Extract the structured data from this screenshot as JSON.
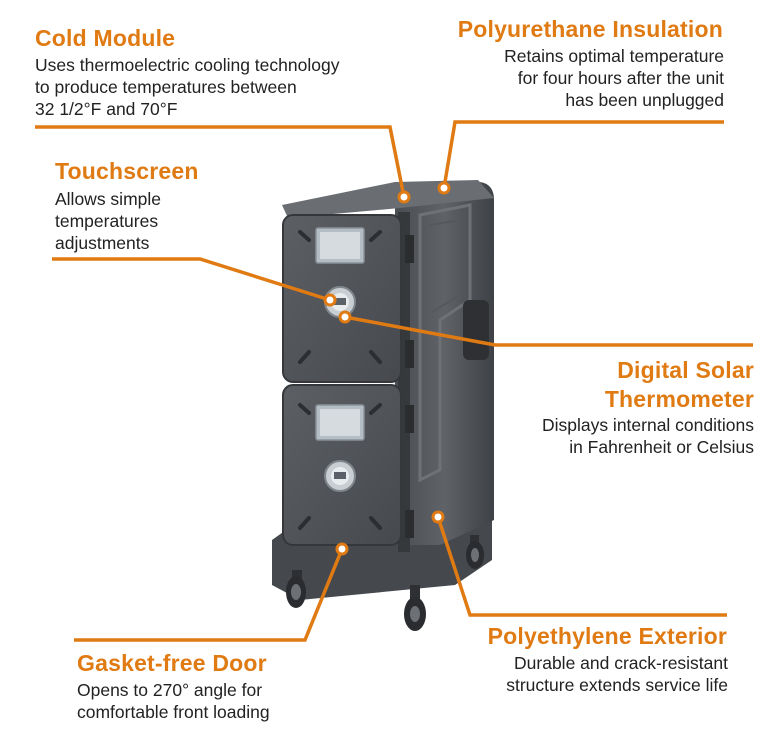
{
  "accent_color": "#e07a12",
  "callouts": {
    "cold_module": {
      "title": "Cold Module",
      "lines": [
        "Uses thermoelectric cooling technology",
        "to produce temperatures between",
        "32 1/2°F and 70°F"
      ]
    },
    "polyurethane_insulation": {
      "title": "Polyurethane Insulation",
      "lines": [
        "Retains optimal temperature",
        "for four hours after the unit",
        "has been unplugged"
      ]
    },
    "touchscreen": {
      "title": "Touchscreen",
      "lines": [
        "Allows simple",
        "temperatures",
        "adjustments"
      ]
    },
    "digital_solar_thermometer": {
      "title_lines": [
        "Digital Solar",
        "Thermometer"
      ],
      "lines": [
        "Displays internal conditions",
        "in Fahrenheit or Celsius"
      ]
    },
    "polyethylene_exterior": {
      "title": "Polyethylene Exterior",
      "lines": [
        "Durable and crack-resistant",
        "structure extends service life"
      ]
    },
    "gasket_free_door": {
      "title": "Gasket-free Door",
      "lines": [
        "Opens to 270° angle for",
        "comfortable front loading"
      ]
    }
  }
}
